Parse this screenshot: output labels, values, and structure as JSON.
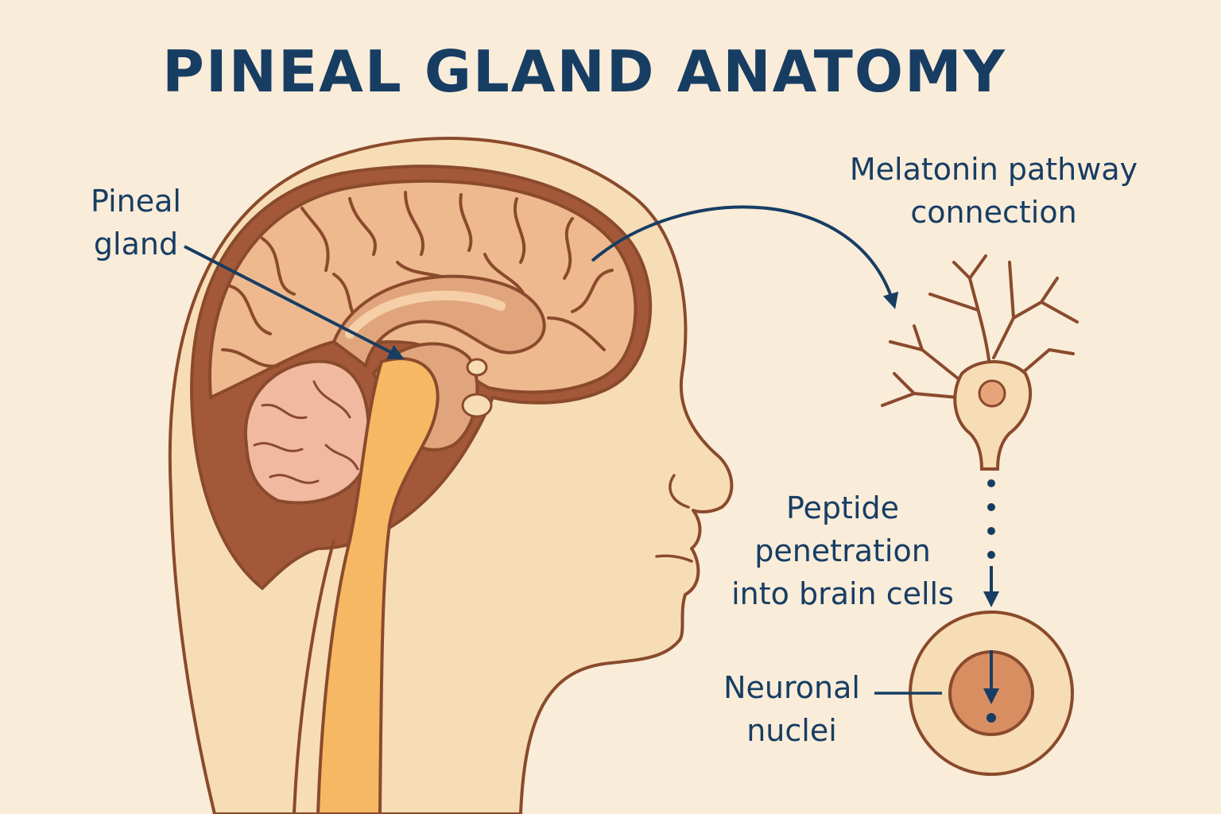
{
  "title": "PINEAL GLAND ANATOMY",
  "labels": {
    "pineal": [
      "Pineal",
      "gland"
    ],
    "melatonin": [
      "Melatonin pathway",
      "connection"
    ],
    "peptide": [
      "Peptide",
      "penetration",
      "into brain cells"
    ],
    "nuclei": [
      "Neuronal",
      "nuclei"
    ]
  },
  "colors": {
    "background": "#f9ecd9",
    "text": "#173d63",
    "outline": "#8a4a2c",
    "skin": "#f7ddb6",
    "cerebrum": "#efb98f",
    "deep_brain": "#e1a57e",
    "brainstem": "#f7b864",
    "dark_tissue": "#a4583a"
  }
}
